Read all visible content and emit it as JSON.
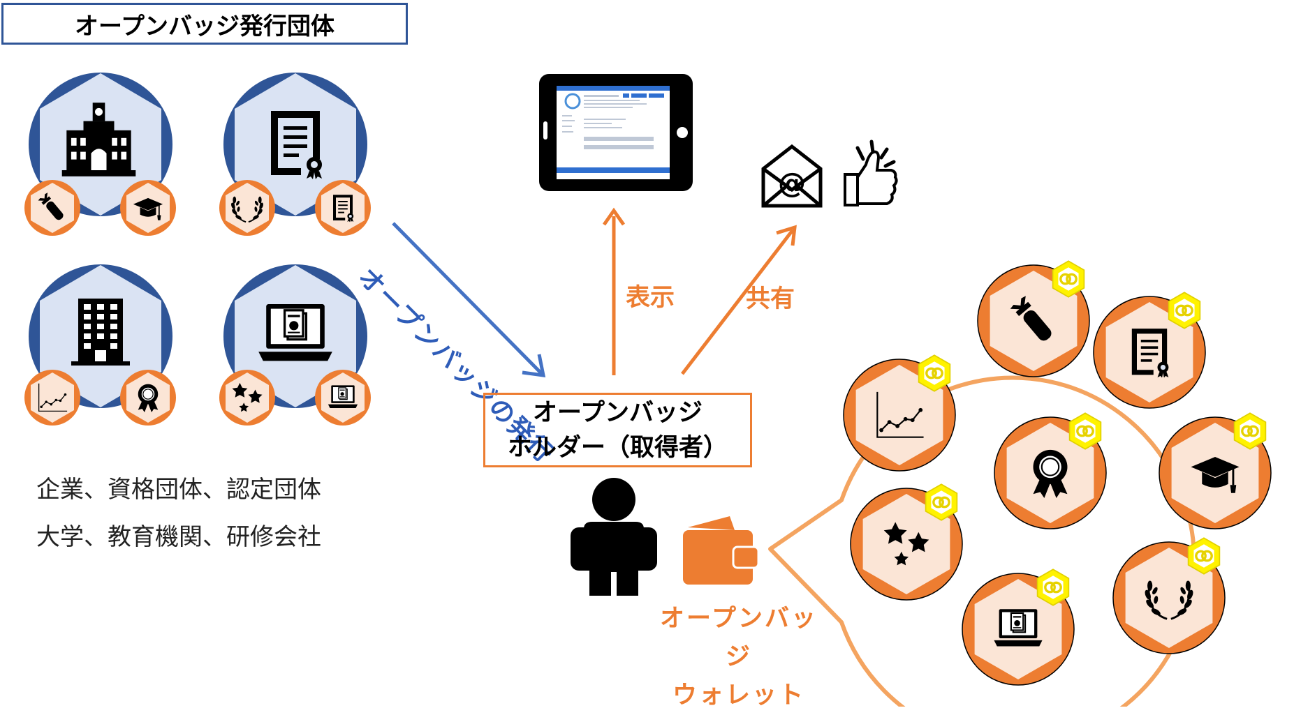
{
  "issuer": {
    "title": "オープンバッジ発行団体",
    "types_line1": "企業、資格団体、認定団体",
    "types_line2": "大学、教育機関、研修会社"
  },
  "arrows": {
    "issue_label": "オープンバッジの発行",
    "display_label": "表示",
    "share_label": "共有"
  },
  "holder": {
    "line1": "オープンバッジ",
    "line2": "ホルダー（取得者）"
  },
  "wallet": {
    "line1": "オープンバッジ",
    "line2": "ウォレット"
  },
  "icons": [
    "university-icon",
    "certificate-icon",
    "office-building-icon",
    "laptop-icon",
    "diploma-icon",
    "graduation-cap-icon",
    "laurel-icon",
    "rosette-icon",
    "line-chart-icon",
    "stars-icon",
    "tablet-icon",
    "email-icon",
    "thumbs-up-icon",
    "person-icon",
    "wallet-icon",
    "openbadge-mark-icon"
  ],
  "colors": {
    "accent_orange": "#ed7d31",
    "issuer_blue": "#2f5597",
    "issue_arrow_blue": "#4472c4",
    "badge_fill": "#dae3f3",
    "wallet_badge_fill": "#fbe5d6"
  }
}
